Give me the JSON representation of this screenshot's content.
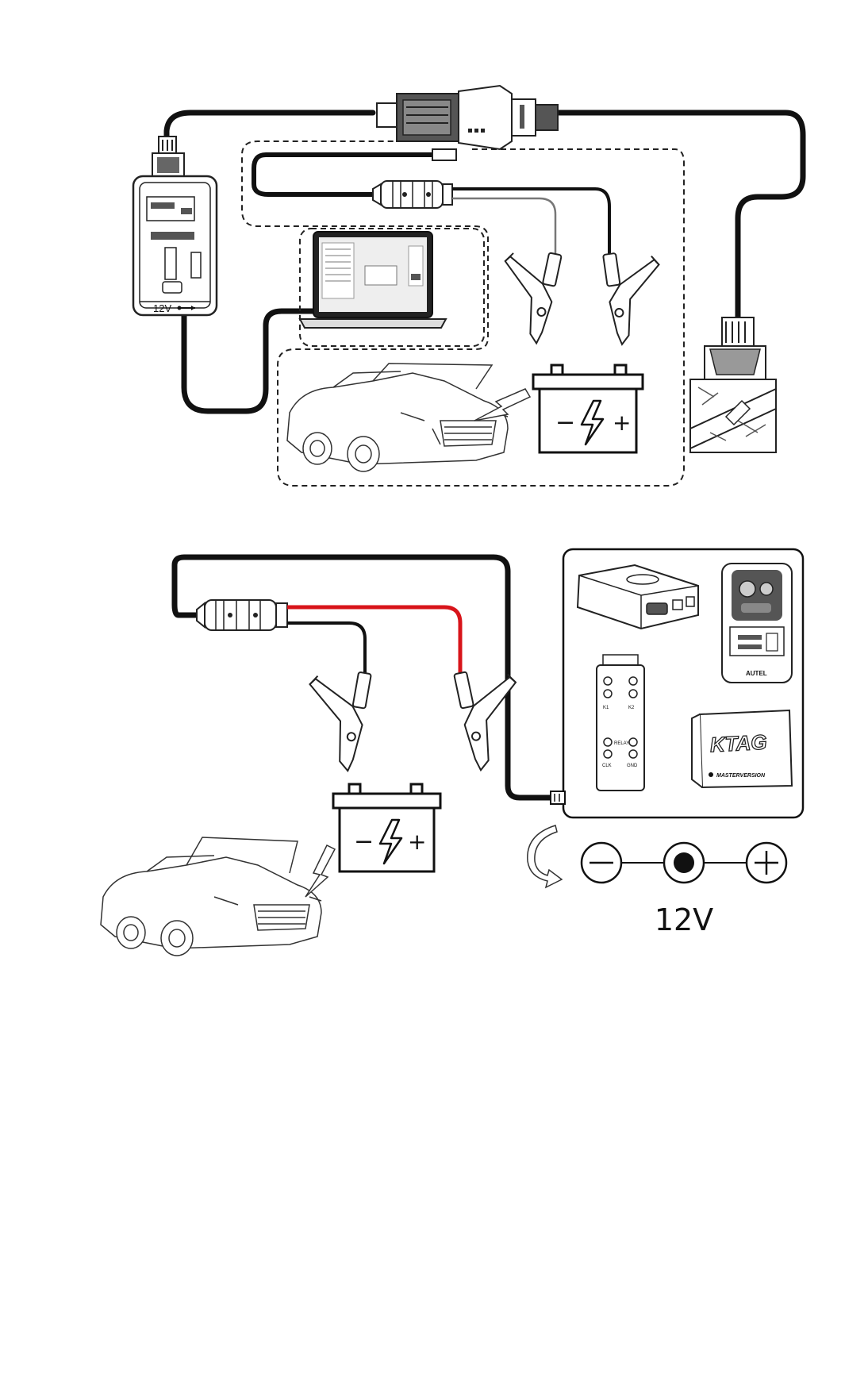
{
  "diagram_top": {
    "device_label": "12V",
    "battery_minus": "−",
    "battery_plus": "+"
  },
  "diagram_bottom": {
    "battery_minus": "−",
    "battery_plus": "+",
    "autel_label": "AUTEL",
    "ktag_label": "KTAG",
    "ktag_sub": "MASTERVERSION",
    "polarity_label": "12V",
    "box_labels": [
      "K1",
      "K2",
      "RELAY",
      "CLK",
      "GND"
    ]
  },
  "colors": {
    "cable": "#111111",
    "positive_wire": "#d8141a",
    "line": "#000000"
  },
  "icons": [
    "obd-adapter-icon",
    "programmer-device-icon",
    "laptop-icon",
    "car-icon",
    "battery-icon",
    "clamp-icon",
    "usb-icon",
    "ecu-board-icon",
    "power-connector-icon",
    "polarity-symbol-icon",
    "curved-arrow-icon"
  ]
}
